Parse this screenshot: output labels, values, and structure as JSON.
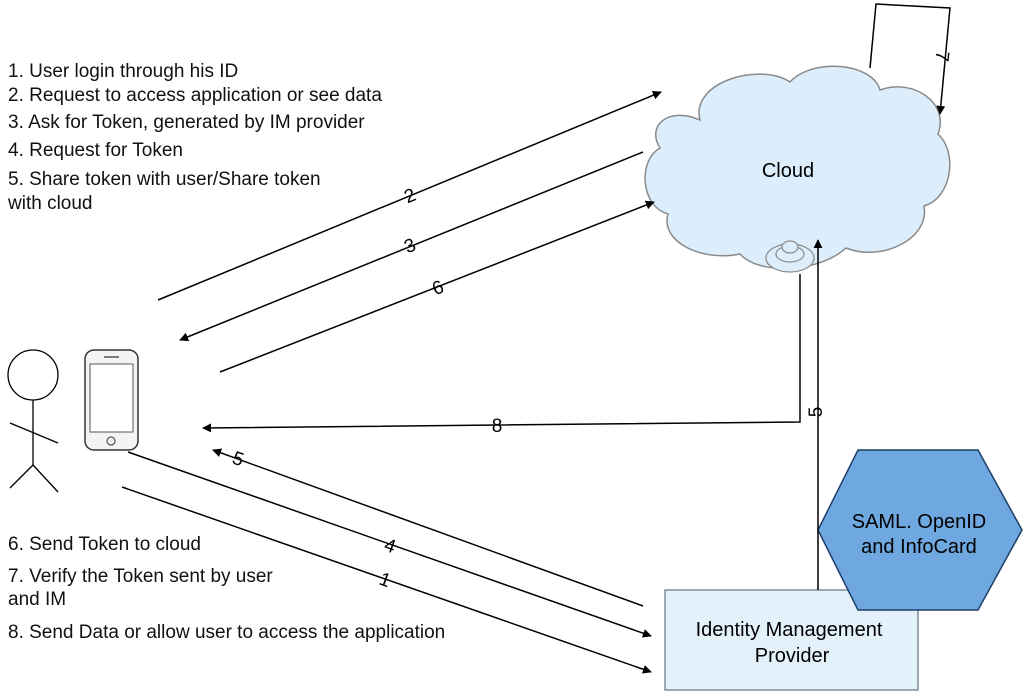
{
  "legend_top": [
    "1. User login through his ID",
    "2. Request to access application or see data",
    "3. Ask for Token, generated by IM provider",
    "4. Request for Token",
    "5. Share token with user/Share token\nwith cloud"
  ],
  "legend_bottom": [
    "6. Send Token to cloud",
    "7. Verify the Token sent by user\nand IM",
    "8. Send Data or allow user to access the application"
  ],
  "nodes": {
    "cloud": "Cloud",
    "idm": [
      "Identity Management",
      "Provider"
    ],
    "saml": [
      "SAML. OpenID",
      "and InfoCard"
    ]
  },
  "arrow_labels": {
    "a1": "1",
    "a2": "2",
    "a3": "3",
    "a4": "4",
    "a5_user": "5",
    "a5_cloud": "5",
    "a6": "6",
    "a7": "7",
    "a8": "8"
  },
  "colors": {
    "cloud_fill": "#dceefb",
    "cloud_stroke": "#8a8a8a",
    "idm_fill": "#e3f1fb",
    "idm_stroke": "#7f8c99",
    "hex_fill": "#6fa8e0",
    "hex_stroke": "#1d3f66",
    "line": "#000000"
  }
}
